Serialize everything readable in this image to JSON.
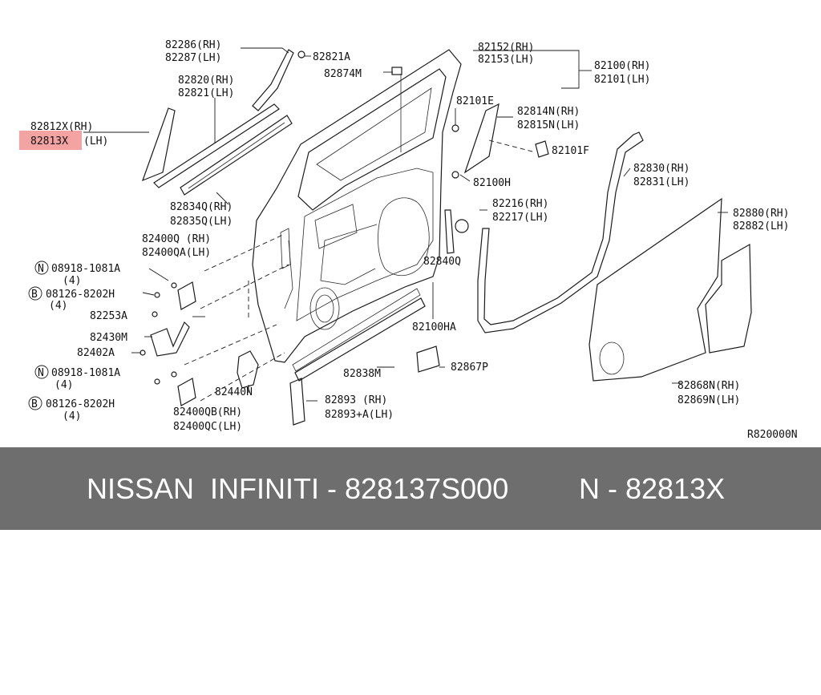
{
  "diagram": {
    "labels": {
      "c82286": "82286(RH)",
      "c82287": "82287(LH)",
      "c82821a": "82821A",
      "c82874m": "82874M",
      "c82152": "82152(RH)",
      "c82153": "82153(LH)",
      "c82100": "82100(RH)",
      "c82101": "82101(LH)",
      "c82820": "82820(RH)",
      "c82821": "82821(LH)",
      "c82812x": "82812X(RH)",
      "c82813x": "82813X",
      "c82813x_side": "(LH)",
      "c82101e": "82101E",
      "c82814n": "82814N(RH)",
      "c82815n": "82815N(LH)",
      "c82101f": "82101F",
      "c82100h": "82100H",
      "c82830": "82830(RH)",
      "c82831": "82831(LH)",
      "c82834q": "82834Q(RH)",
      "c82835q": "82835Q(LH)",
      "c82216": "82216(RH)",
      "c82217": "82217(LH)",
      "c82880": "82880(RH)",
      "c82882": "82882(LH)",
      "c82400q": "82400Q (RH)",
      "c82400qa": "82400QA(LH)",
      "c82840q": "82840Q",
      "n1": "N",
      "c08918_1": "08918-1081A",
      "q1": "(4)",
      "b1": "B",
      "c08126_1": "08126-8202H",
      "q2": "(4)",
      "c82253a": "82253A",
      "c82100ha": "82100HA",
      "c82430m": "82430M",
      "c82402a": "82402A",
      "c82838m": "82838M",
      "c82867p": "82867P",
      "n2": "N",
      "c08918_2": "08918-1081A",
      "q3": "(4)",
      "c82440n": "82440N",
      "c82868n": "82868N(RH)",
      "c82869n": "82869N(LH)",
      "b2": "B",
      "c08126_2": "08126-8202H",
      "c82893": "82893   (RH)",
      "q4": "(4)",
      "c82893a": "82893+A(LH)",
      "c82400qb": "82400QB(RH)",
      "c82400qc": "82400QC(LH)",
      "ref": "R820000N"
    },
    "highlight_color": "#f4a3a3"
  },
  "footer": {
    "left": "NISSAN  INFINITI - 828137S000",
    "right": "N - 82813X",
    "background": "#6e6e6e"
  }
}
